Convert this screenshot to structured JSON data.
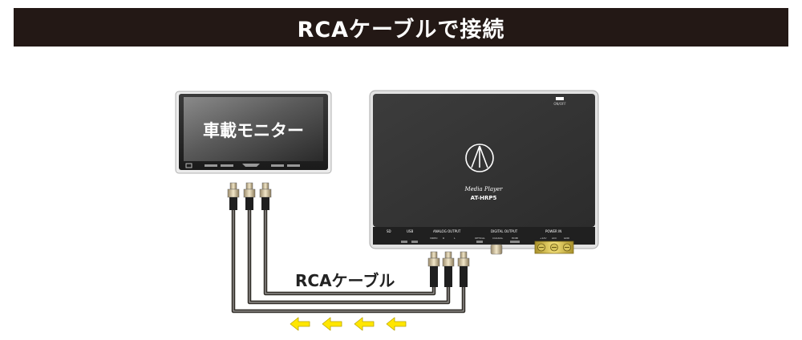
{
  "header": {
    "title": "RCAケーブルで接続"
  },
  "monitor": {
    "label": "車載モニター"
  },
  "player": {
    "model": "AT-HRP5",
    "product_name": "Media Player",
    "ports": {
      "sd": "SD",
      "usb": "USB",
      "analog_output": "ANALOG OUTPUT",
      "digital_output": "DIGITAL OUTPUT",
      "power_in": "POWER IN"
    },
    "analog_sub": [
      "VIDEO",
      "R",
      "L"
    ],
    "digital_sub": [
      "OPTICAL",
      "COAXIAL",
      "HDMI"
    ],
    "power_sub": [
      "+12V",
      "ACC",
      "GND"
    ],
    "power_button_label": "ON/OFF"
  },
  "cable": {
    "label": "RCAケーブル"
  },
  "colors": {
    "banner": "#231815",
    "cable": "#2f2b26",
    "arrow": "#ffe600",
    "device": "#363636"
  }
}
